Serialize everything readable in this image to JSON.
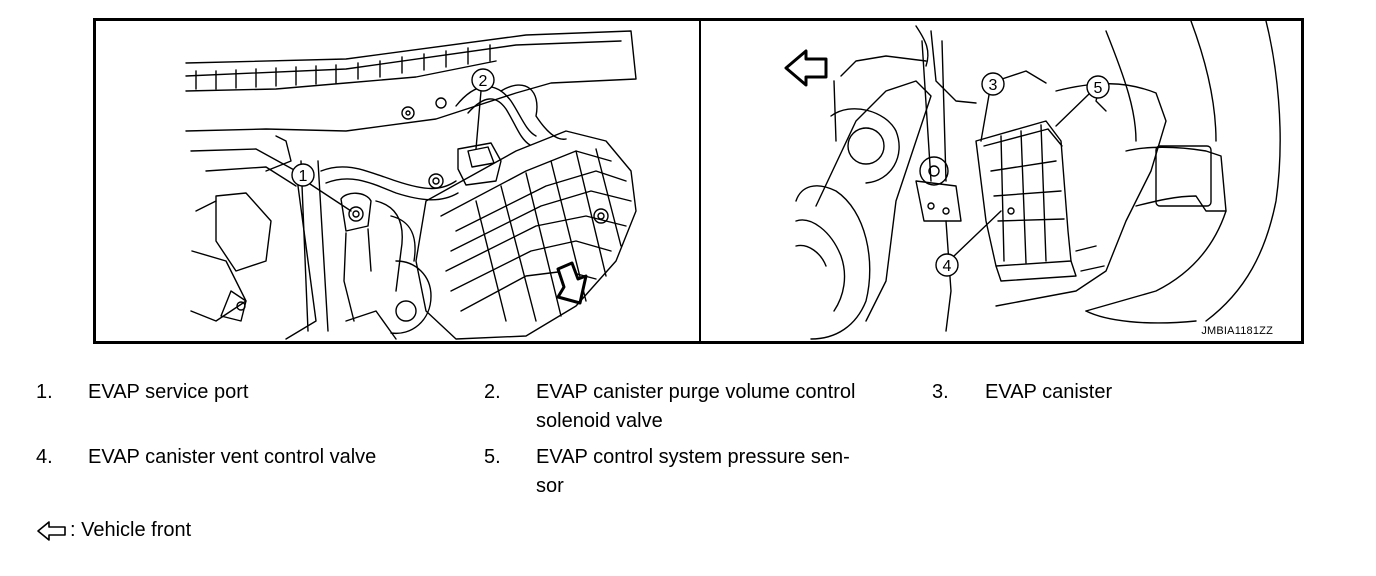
{
  "figure": {
    "code": "JMBIA1181ZZ",
    "callouts": [
      "1",
      "2",
      "3",
      "4",
      "5"
    ]
  },
  "legend": [
    {
      "num": "1.",
      "text": "EVAP service port"
    },
    {
      "num": "2.",
      "text": "EVAP canister purge volume control",
      "text2": "solenoid valve"
    },
    {
      "num": "3.",
      "text": "EVAP canister"
    },
    {
      "num": "4.",
      "text": "EVAP canister vent control valve"
    },
    {
      "num": "5.",
      "text": "EVAP control system pressure sen-",
      "text2": "sor"
    }
  ],
  "note": {
    "text": ": Vehicle front",
    "icon": "arrow-left-outline-icon"
  }
}
